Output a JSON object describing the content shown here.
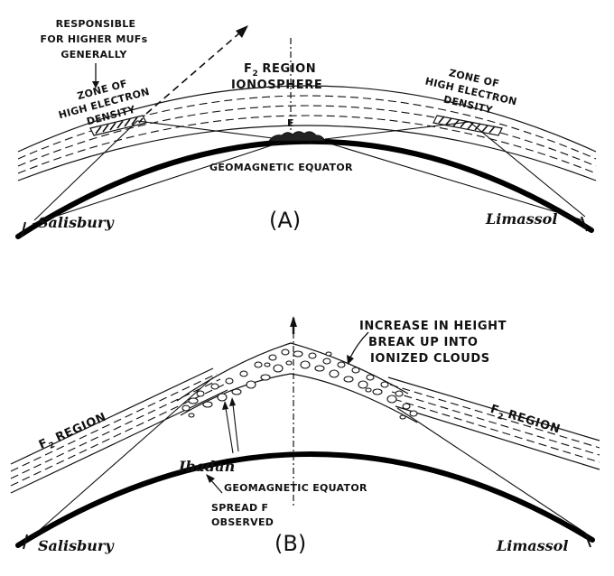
{
  "panel_a": {
    "label": "(A)",
    "responsible": [
      "RESPONSIBLE",
      "FOR HIGHER MUFs",
      "GENERALLY"
    ],
    "f2_region": "REGION",
    "f2_letter": "F",
    "f2_sub": "2",
    "ionosphere": "IONOSPHERE",
    "zone_left": [
      "ZONE OF",
      "HIGH ELECTRON",
      "DENSITY"
    ],
    "zone_right": [
      "ZONE OF",
      "HIGH ELECTRON",
      "DENSITY"
    ],
    "e_label": "E",
    "equator": "GEOMAGNETIC EQUATOR",
    "city_left": "Salisbury",
    "city_right": "Limassol"
  },
  "panel_b": {
    "label": "(B)",
    "increase": [
      "INCREASE IN HEIGHT",
      "BREAK UP INTO",
      "IONIZED CLOUDS"
    ],
    "f2_left_letter": "F",
    "f2_left_sub": "2",
    "f2_left": "REGION",
    "f2_right_letter": "F",
    "f2_right_sub": "2",
    "f2_right": "REGION",
    "ibadan": "Ibadan",
    "equator": "GEOMAGNETIC EQUATOR",
    "spread": [
      "SPREAD F",
      "OBSERVED"
    ],
    "city_left": "Salisbury",
    "city_right": "Limassol"
  },
  "colors": {
    "ink": "#111111",
    "background": "#ffffff"
  }
}
